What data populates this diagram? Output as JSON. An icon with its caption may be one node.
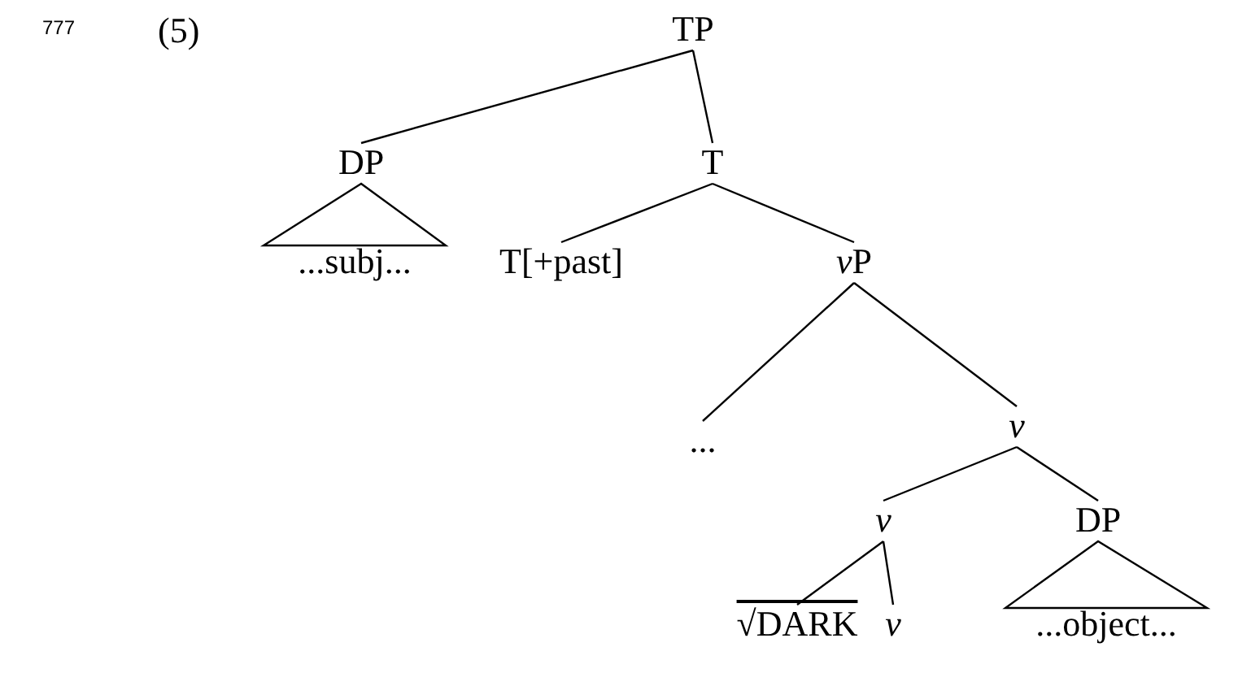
{
  "diagram": {
    "nodes": [
      {
        "text": [
          "TP"
        ]
      },
      {
        "text": [
          "DP"
        ]
      },
      {
        "text": [
          "...subj..."
        ]
      },
      {
        "text": [
          "T"
        ]
      },
      {
        "text": [
          "T[+past]"
        ]
      },
      {
        "text": [
          "vP"
        ]
      },
      {
        "text": [
          "..."
        ]
      },
      {
        "text": [
          "v"
        ]
      },
      {
        "text": [
          "v"
        ]
      },
      {
        "text": [
          "DP"
        ]
      },
      {
        "text": [
          "√DARK"
        ]
      },
      {
        "text": [
          "v"
        ]
      },
      {
        "text": [
          "...object..."
        ]
      }
    ],
    "edges": [
      {
        "from": 0,
        "to": 1,
        "arrow": "none"
      },
      {
        "from": 0,
        "to": 3,
        "arrow": "none"
      },
      {
        "from": 1,
        "to": 2,
        "arrow": "none"
      },
      {
        "from": 3,
        "to": 4,
        "arrow": "none"
      },
      {
        "from": 3,
        "to": 5,
        "arrow": "none"
      },
      {
        "from": 5,
        "to": 6,
        "arrow": "none"
      },
      {
        "from": 5,
        "to": 7,
        "arrow": "none"
      },
      {
        "from": 7,
        "to": 8,
        "arrow": "none"
      },
      {
        "from": 7,
        "to": 9,
        "arrow": "none"
      },
      {
        "from": 8,
        "to": 10,
        "arrow": "none"
      },
      {
        "from": 8,
        "to": 11,
        "arrow": "none"
      },
      {
        "from": 9,
        "to": 12,
        "arrow": "none"
      }
    ],
    "labels": [
      "777",
      "(5)"
    ]
  }
}
